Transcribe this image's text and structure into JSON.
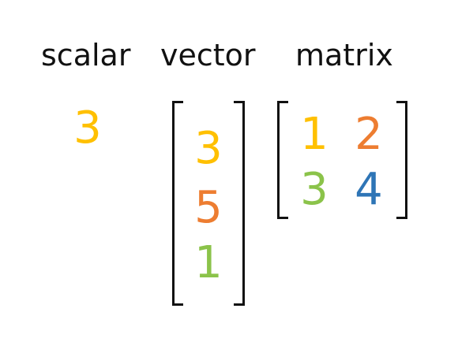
{
  "labels": {
    "scalar": "scalar",
    "vector": "vector",
    "matrix": "matrix"
  },
  "scalar": {
    "value": "3",
    "color": "#FFC000"
  },
  "vector": {
    "values": [
      {
        "value": "3",
        "color": "#FFC000"
      },
      {
        "value": "5",
        "color": "#ED7D31"
      },
      {
        "value": "1",
        "color": "#8BC34A"
      }
    ]
  },
  "matrix": {
    "rows": [
      [
        {
          "value": "1",
          "color": "#FFC000"
        },
        {
          "value": "2",
          "color": "#ED7D31"
        }
      ],
      [
        {
          "value": "3",
          "color": "#8BC34A"
        },
        {
          "value": "4",
          "color": "#2E75B6"
        }
      ]
    ]
  }
}
